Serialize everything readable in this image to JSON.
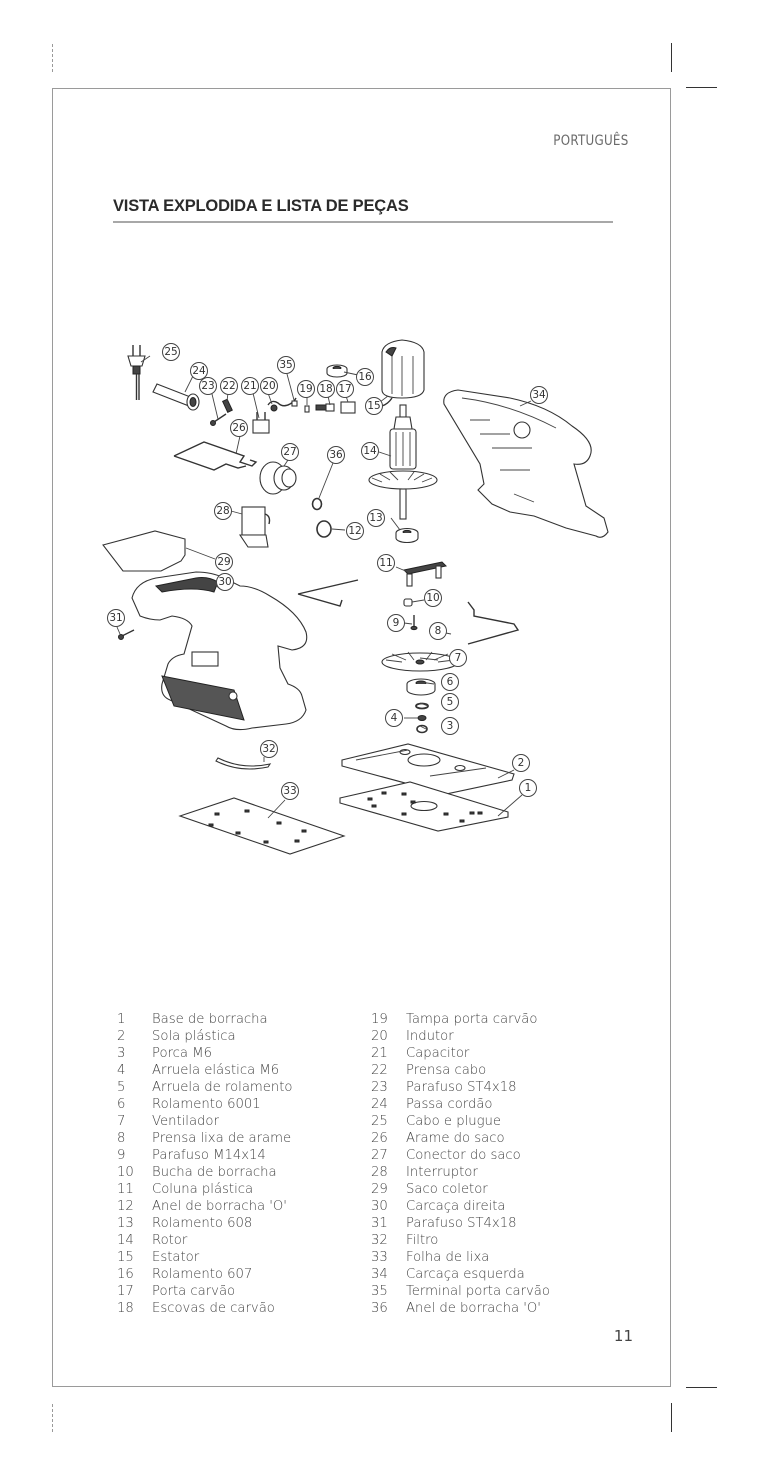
{
  "header": {
    "language": "PORTUGUÊS",
    "section_title": "VISTA EXPLODIDA E LISTA DE PEÇAS"
  },
  "diagram": {
    "callouts": [
      "1",
      "2",
      "3",
      "4",
      "5",
      "6",
      "7",
      "8",
      "9",
      "10",
      "11",
      "12",
      "13",
      "14",
      "15",
      "16",
      "17",
      "18",
      "19",
      "20",
      "21",
      "22",
      "23",
      "24",
      "25",
      "26",
      "27",
      "28",
      "29",
      "30",
      "31",
      "32",
      "33",
      "34",
      "35",
      "36"
    ]
  },
  "parts_list": {
    "left": [
      {
        "num": "1",
        "name": "Base de borracha"
      },
      {
        "num": "2",
        "name": "Sola plástica"
      },
      {
        "num": "3",
        "name": "Porca M6"
      },
      {
        "num": "4",
        "name": "Arruela elástica M6"
      },
      {
        "num": "5",
        "name": "Arruela de rolamento"
      },
      {
        "num": "6",
        "name": "Rolamento 6001"
      },
      {
        "num": "7",
        "name": "Ventilador"
      },
      {
        "num": "8",
        "name": "Prensa lixa de arame"
      },
      {
        "num": "9",
        "name": "Parafuso M14x14"
      },
      {
        "num": "10",
        "name": "Bucha de borracha"
      },
      {
        "num": "11",
        "name": "Coluna plástica"
      },
      {
        "num": "12",
        "name": "Anel de borracha 'O'"
      },
      {
        "num": "13",
        "name": "Rolamento 608"
      },
      {
        "num": "14",
        "name": "Rotor"
      },
      {
        "num": "15",
        "name": "Estator"
      },
      {
        "num": "16",
        "name": "Rolamento 607"
      },
      {
        "num": "17",
        "name": "Porta carvão"
      },
      {
        "num": "18",
        "name": "Escovas de carvão"
      }
    ],
    "right": [
      {
        "num": "19",
        "name": "Tampa porta carvão"
      },
      {
        "num": "20",
        "name": "Indutor"
      },
      {
        "num": "21",
        "name": "Capacitor"
      },
      {
        "num": "22",
        "name": "Prensa cabo"
      },
      {
        "num": "23",
        "name": "Parafuso ST4x18"
      },
      {
        "num": "24",
        "name": "Passa cordão"
      },
      {
        "num": "25",
        "name": "Cabo e plugue"
      },
      {
        "num": "26",
        "name": "Arame do saco"
      },
      {
        "num": "27",
        "name": "Conector do saco"
      },
      {
        "num": "28",
        "name": "Interruptor"
      },
      {
        "num": "29",
        "name": "Saco coletor"
      },
      {
        "num": "30",
        "name": "Carcaça direita"
      },
      {
        "num": "31",
        "name": "Parafuso ST4x18"
      },
      {
        "num": "32",
        "name": "Filtro"
      },
      {
        "num": "33",
        "name": "Folha de lixa"
      },
      {
        "num": "34",
        "name": "Carcaça esquerda"
      },
      {
        "num": "35",
        "name": "Terminal porta carvão"
      },
      {
        "num": "36",
        "name": "Anel de borracha 'O'"
      }
    ]
  },
  "footer": {
    "page_number": "11"
  }
}
